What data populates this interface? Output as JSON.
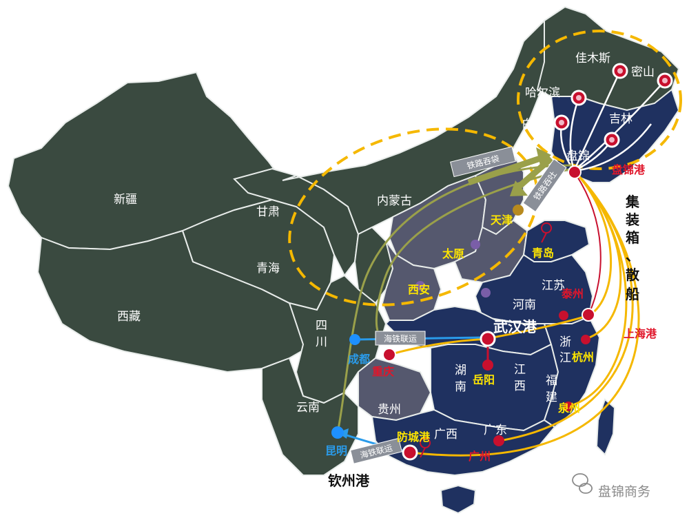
{
  "regions": {
    "xinjiang": "新疆",
    "xizang": "西藏",
    "qinghai": "青海",
    "gansu": "甘肃",
    "neimenggu": "内蒙古",
    "sichuan_1": "四",
    "sichuan_2": "川",
    "yunnan": "云南",
    "guizhou": "贵州",
    "guangxi": "广西",
    "guangdong": "广东",
    "hunan_1": "湖",
    "hunan_2": "南",
    "jiangxi_1": "江",
    "jiangxi_2": "西",
    "fujian_1": "福",
    "fujian_2": "建",
    "zhejiang_1": "浙",
    "zhejiang_2": "江",
    "jiangsu": "江苏",
    "henan": "河南",
    "jilin": "吉林"
  },
  "cities": {
    "jiamusi": "佳木斯",
    "mishan": "密山",
    "haerbin": "哈尔滨",
    "baicheng": "白城",
    "panjin_small": "盘锦",
    "tianjin": "天津",
    "taiyuan": "太原",
    "xian": "西安",
    "qingdao": "青岛",
    "taizhou": "泰州",
    "wuhan_port": "武汉港",
    "hangzhou": "杭州",
    "chengdu": "成都",
    "chongqing": "重庆",
    "yueyang": "岳阳",
    "quanzhou": "泉州",
    "kunming": "昆明",
    "fangcheng_port": "防城港",
    "guangzhou": "广州"
  },
  "ports": {
    "panjin_port": "盘锦港",
    "shanghai_port": "上海港",
    "qinzhou_port": "钦州港"
  },
  "route_tags": {
    "rail_throughput": "铁路吞袋",
    "rail_throughput_2": "铁路吞吐",
    "sea_rail_north": "海铁联运",
    "sea_rail_south": "海铁联运"
  },
  "vertical_note": [
    "集",
    "装",
    "箱",
    "、",
    "散",
    "船"
  ],
  "watermark": "盘锦商务",
  "colors": {
    "northeast_fill": "#1f3160",
    "west_fill": "#3a4a40",
    "central_fill": "#55586e",
    "route_yellow": "#f5b800",
    "route_olive": "#9aa04a",
    "port_red": "#c8102e",
    "sea_rail_blue": "#1e90ff"
  }
}
